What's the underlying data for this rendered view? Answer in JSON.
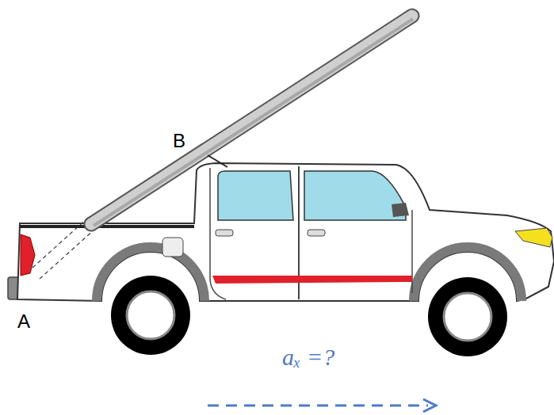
{
  "diagram": {
    "labels": [
      "B",
      "A",
      "aₓ =?"
    ]
  }
}
